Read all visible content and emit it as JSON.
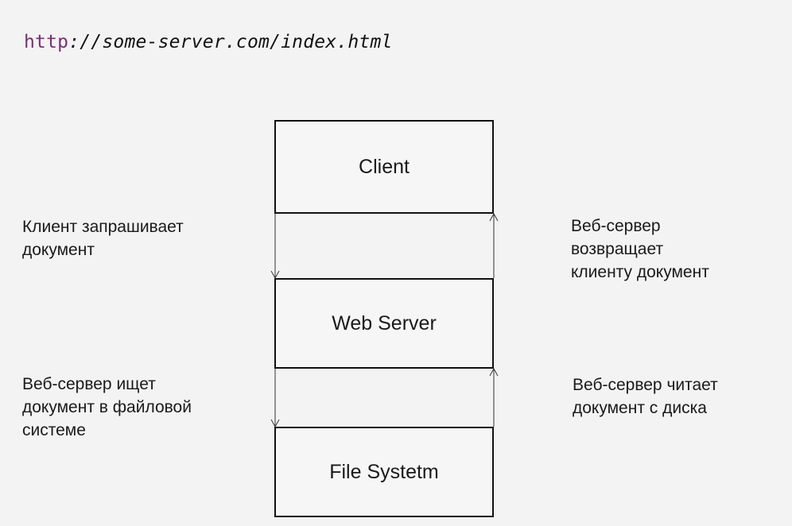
{
  "url": {
    "scheme": "http",
    "rest": "://some-server.com/index.html"
  },
  "boxes": {
    "client": "Client",
    "web_server": "Web Server",
    "file_system": "File Systetm"
  },
  "labels": {
    "client_request": [
      "Клиент запрашивает",
      "документ"
    ],
    "server_returns": [
      "Веб-сервер",
      "возвращает",
      "клиенту документ"
    ],
    "server_searches": [
      "Веб-сервер ищет",
      "документ в файловой",
      "системе"
    ],
    "server_reads": [
      "Веб-сервер читает",
      "документ с диска"
    ]
  },
  "colors": {
    "scheme": "#7a2e7a",
    "background": "#f3f3f3",
    "border": "#111111"
  }
}
